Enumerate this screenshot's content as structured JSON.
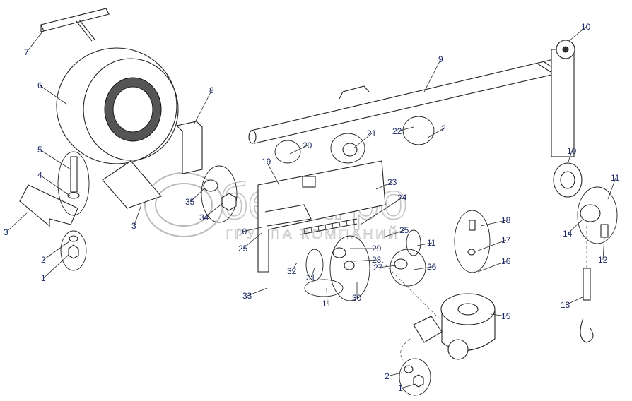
{
  "diagram": {
    "type": "exploded parts diagram",
    "watermark": {
      "brand": "белагро",
      "tagline": "ГРУППА КОМПАНИЙ"
    },
    "callouts": [
      "7",
      "6",
      "5",
      "4",
      "3",
      "2",
      "1",
      "3",
      "8",
      "35",
      "34",
      "9",
      "10",
      "10",
      "11",
      "14",
      "12",
      "13",
      "19",
      "20",
      "21",
      "22",
      "2",
      "23",
      "24",
      "25",
      "25",
      "10",
      "11",
      "18",
      "17",
      "16",
      "29",
      "28",
      "27",
      "26",
      "31",
      "32",
      "33",
      "11",
      "30",
      "15",
      "2",
      "1"
    ],
    "label_color": "#1c2a66"
  }
}
